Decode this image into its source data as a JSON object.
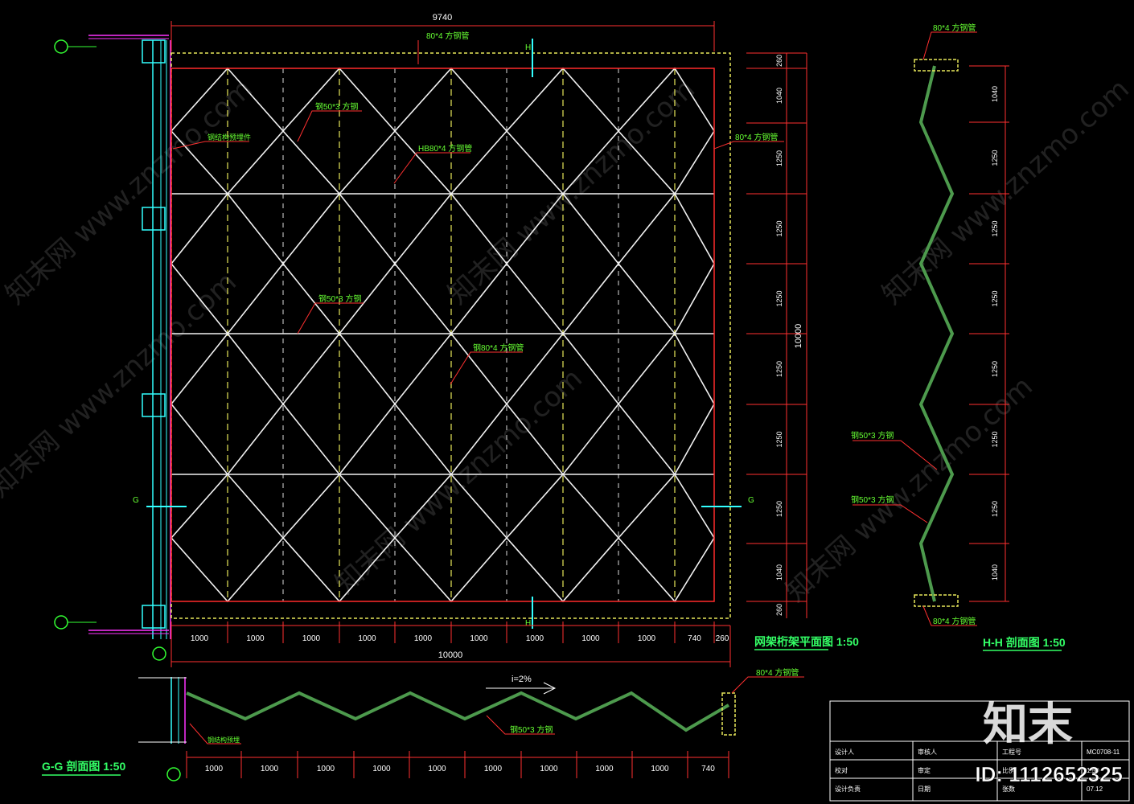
{
  "colors": {
    "background": "#000000",
    "frame": "#ff2a2a",
    "truss": "#f2f2f2",
    "centerline": "#e8e85a",
    "dim_line": "#ff3030",
    "dim_text": "#ffffff",
    "label_text": "#66ff33",
    "title_text": "#33ff66",
    "column": "#33ffff",
    "magenta": "#ff33ff",
    "section": "#4d9a4d"
  },
  "plan": {
    "top_dim": "9740",
    "top_label": "80*4 方钢管",
    "h_marker_top": "H",
    "h_marker_bottom": "H",
    "g_marker_left": "G",
    "g_marker_right": "G",
    "labels": {
      "tube_1": "钢50*3 方钢",
      "tube_2": "钢50*3 方钢",
      "edge_1": "HB80*4 方钢管",
      "edge_2": "钢80*4 方钢管",
      "left_note": "钢结构预埋件",
      "right_note": "80*4 方钢管"
    },
    "bottom_dims": [
      "1000",
      "1000",
      "1000",
      "1000",
      "1000",
      "1000",
      "1000",
      "1000",
      "1000",
      "740",
      "260"
    ],
    "bottom_total": "10000",
    "right_dims": [
      "260",
      "1040",
      "1250",
      "1250",
      "1250",
      "1250",
      "1250",
      "1250",
      "1040",
      "260"
    ],
    "right_total": "10000",
    "title": "网架桁架平面图 1:50"
  },
  "hh_section": {
    "top_label": "80*4 方钢管",
    "bottom_label": "80*4 方钢管",
    "mid_label_1": "钢50*3 方钢",
    "mid_label_2": "钢50*3 方钢",
    "dims": [
      "1040",
      "1250",
      "1250",
      "1250",
      "1250",
      "1250",
      "1250",
      "1040"
    ],
    "title": "H-H 剖面图 1:50"
  },
  "gg_section": {
    "slope": "i=2%",
    "right_label": "80*4 方钢管",
    "bottom_label": "钢50*3 方钢",
    "left_note": "钢结构预埋",
    "dims": [
      "1000",
      "1000",
      "1000",
      "1000",
      "1000",
      "1000",
      "1000",
      "1000",
      "1000",
      "740"
    ],
    "title": "G-G 剖面图 1:50"
  },
  "title_block": {
    "rows": [
      [
        "设计人",
        "审核人",
        "工程号",
        "MC0708-11"
      ],
      [
        "校对",
        "审定",
        "比例",
        "1:50"
      ],
      [
        "设计负责",
        "日期",
        "张数",
        "07.12"
      ]
    ]
  },
  "watermark": {
    "logo": "知末",
    "id": "ID: 1112652325",
    "text": "知末网 www.znzmo.com"
  }
}
